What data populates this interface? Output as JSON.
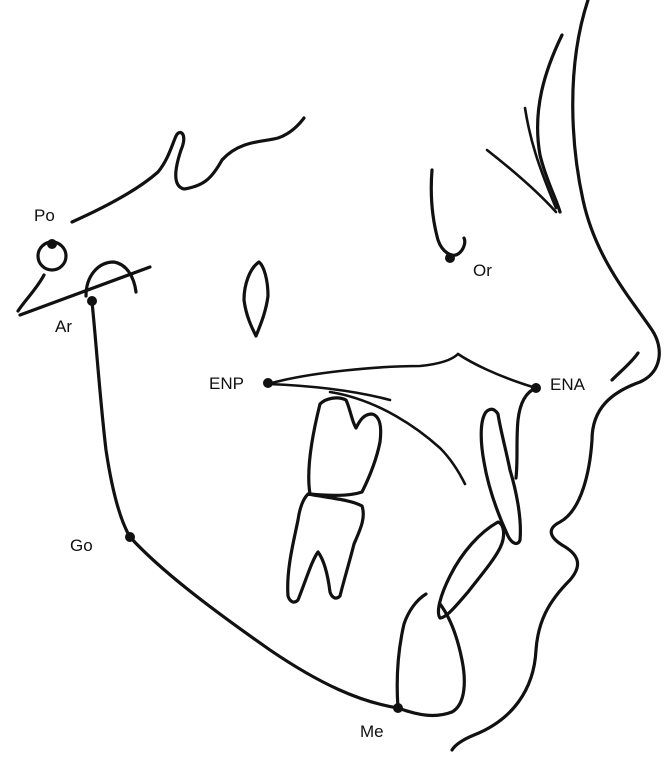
{
  "landmarks": {
    "po": "Po",
    "or": "Or",
    "ar": "Ar",
    "enp": "ENP",
    "ena": "ENA",
    "go": "Go",
    "me": "Me"
  }
}
